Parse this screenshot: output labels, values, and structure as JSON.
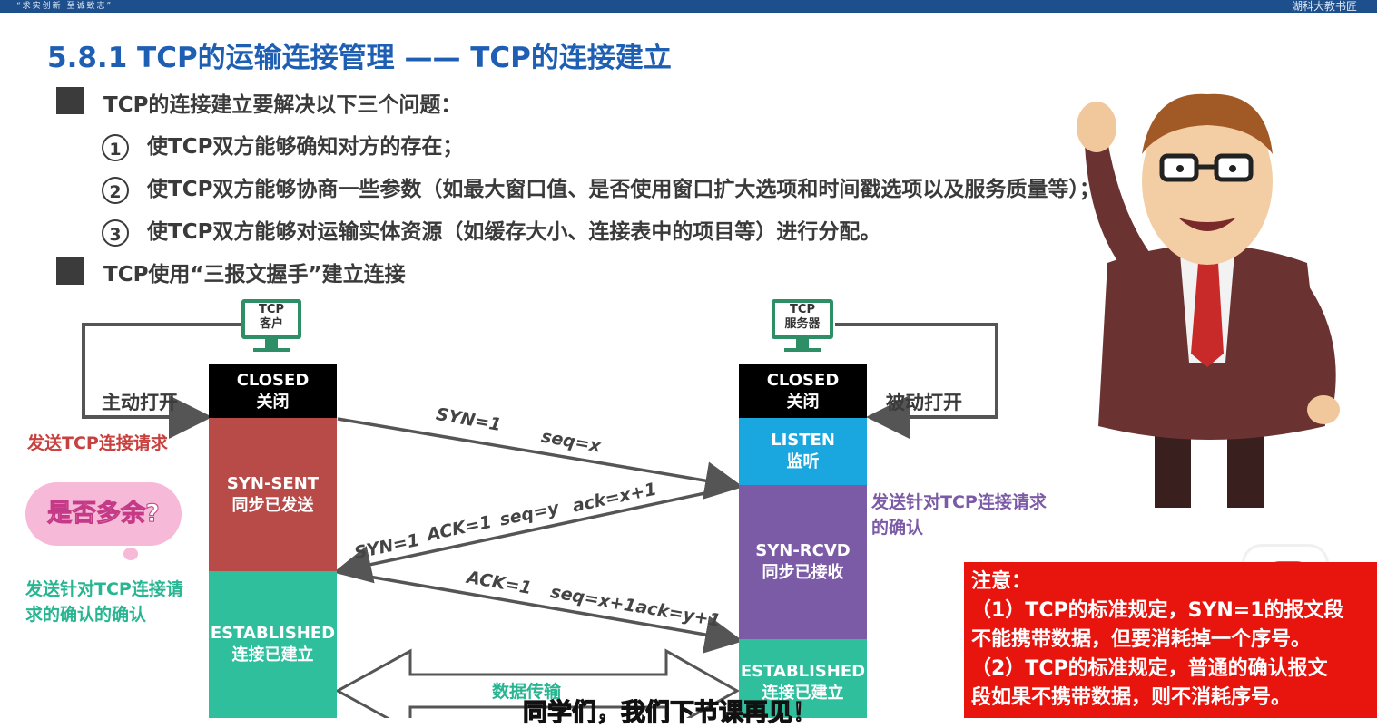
{
  "header": {
    "motto": "“求实创新  至诚致志”",
    "institution": "湖科大教书匠"
  },
  "slide": {
    "title": "5.8.1 TCP的运输连接管理 —— TCP的连接建立",
    "bullet1": "TCP的连接建立要解决以下三个问题：",
    "items": [
      {
        "num": "1",
        "text": "使TCP双方能够确知对方的存在；"
      },
      {
        "num": "2",
        "text": "使TCP双方能够协商一些参数（如最大窗口值、是否使用窗口扩大选项和时间戳选项以及服务质量等）；"
      },
      {
        "num": "3",
        "text": "使TCP双方能够对运输实体资源（如缓存大小、连接表中的项目等）进行分配。"
      }
    ],
    "bullet2": "TCP使用“三报文握手”建立连接"
  },
  "diagram": {
    "client": {
      "line1": "TCP",
      "line2": "客户"
    },
    "server": {
      "line1": "TCP",
      "line2": "服务器"
    },
    "client_open": "主动打开",
    "server_open": "被动打开",
    "client_states": [
      {
        "en": "CLOSED",
        "zh": "关闭",
        "color": "#000000"
      },
      {
        "en": "SYN-SENT",
        "zh": "同步已发送",
        "color": "#b84a48"
      },
      {
        "en": "ESTABLISHED",
        "zh": "连接已建立",
        "color": "#2fbf9d"
      }
    ],
    "server_states": [
      {
        "en": "CLOSED",
        "zh": "关闭",
        "color": "#000000"
      },
      {
        "en": "LISTEN",
        "zh": "监听",
        "color": "#1aa6df"
      },
      {
        "en": "SYN-RCVD",
        "zh": "同步已接收",
        "color": "#7b5aa6"
      },
      {
        "en": "ESTABLISHED",
        "zh": "连接已建立",
        "color": "#2fbf9d"
      }
    ],
    "msg1": {
      "a": "SYN=1",
      "b": "seq=x"
    },
    "msg2": {
      "a": "SYN=1",
      "b": "ACK=1",
      "c": "seq=y",
      "d": "ack=x+1"
    },
    "msg3": {
      "a": "ACK=1",
      "b": "seq=x+1",
      "c": "ack=y+1"
    },
    "data_transfer": "数据传输",
    "client_note1": "发送TCP连接请求",
    "client_note2": "发送针对TCP连接请求的确认的确认",
    "client_note2_l1": "发送针对TCP连接请",
    "client_note2_l2": "求的确认的确认",
    "server_note_l1": "发送针对TCP连接请求",
    "server_note_l2": "的确认",
    "bubble": "是否多余?"
  },
  "note": {
    "head": "注意：",
    "l1": "（1）TCP的标准规定，SYN=1的报文段",
    "l2": "不能携带数据，但要消耗掉一个序号。",
    "l3": "（2）TCP的标准规定，普通的确认报文",
    "l4": "段如果不携带数据，则不消耗序号。"
  },
  "subtitle": "同学们，我们下节课再见！",
  "colors": {
    "title": "#1e5fb4",
    "client_note": "#c8413f",
    "teal": "#27b592",
    "purple": "#7b5aa6",
    "note_bg": "#e8140e"
  }
}
